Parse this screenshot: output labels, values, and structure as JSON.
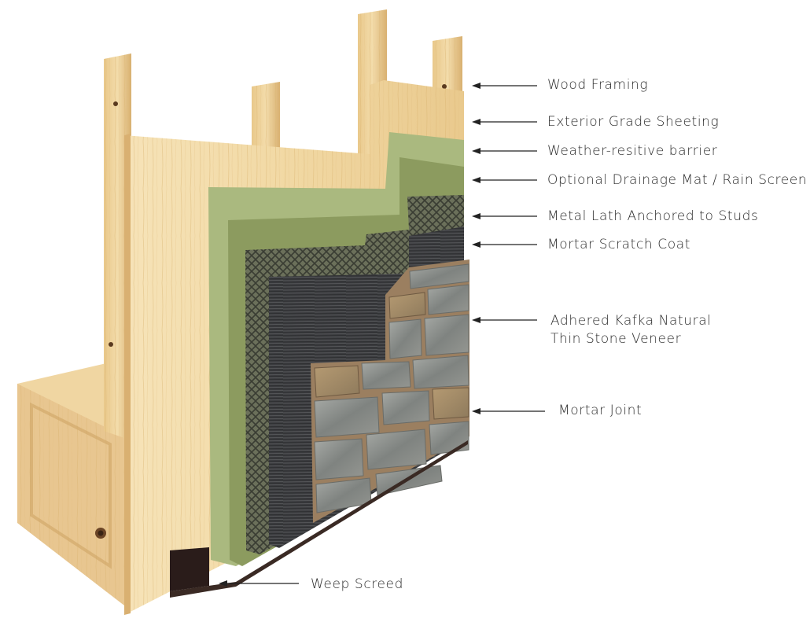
{
  "diagram": {
    "colors": {
      "wood_light": "#f3dcaa",
      "wood_mid": "#e4bf80",
      "wood_dark": "#c99c5c",
      "barrier": "#a7b57c",
      "drainage": "#8b9a5e",
      "lath": "#4d4f4a",
      "scratch_coat": "#3a3b3d",
      "stone": "#8d8f8c",
      "mortar": "#a08466",
      "screed": "#2a1c1a",
      "label_text": "#2a2a2a"
    },
    "labels": [
      {
        "id": "wood-framing",
        "text": "Wood Framing"
      },
      {
        "id": "exterior-sheeting",
        "text": "Exterior Grade Sheeting"
      },
      {
        "id": "weather-barrier",
        "text": "Weather-resitive barrier"
      },
      {
        "id": "drainage-mat",
        "text": "Optional Drainage Mat / Rain Screen"
      },
      {
        "id": "metal-lath",
        "text": "Metal Lath Anchored to Studs"
      },
      {
        "id": "scratch-coat",
        "text": "Mortar Scratch Coat"
      },
      {
        "id": "stone-veneer",
        "lines": [
          "Adhered Kafka Natural",
          "Thin Stone Veneer"
        ]
      },
      {
        "id": "mortar-joint",
        "text": "Mortar Joint"
      },
      {
        "id": "weep-screed",
        "text": "Weep Screed"
      }
    ]
  }
}
